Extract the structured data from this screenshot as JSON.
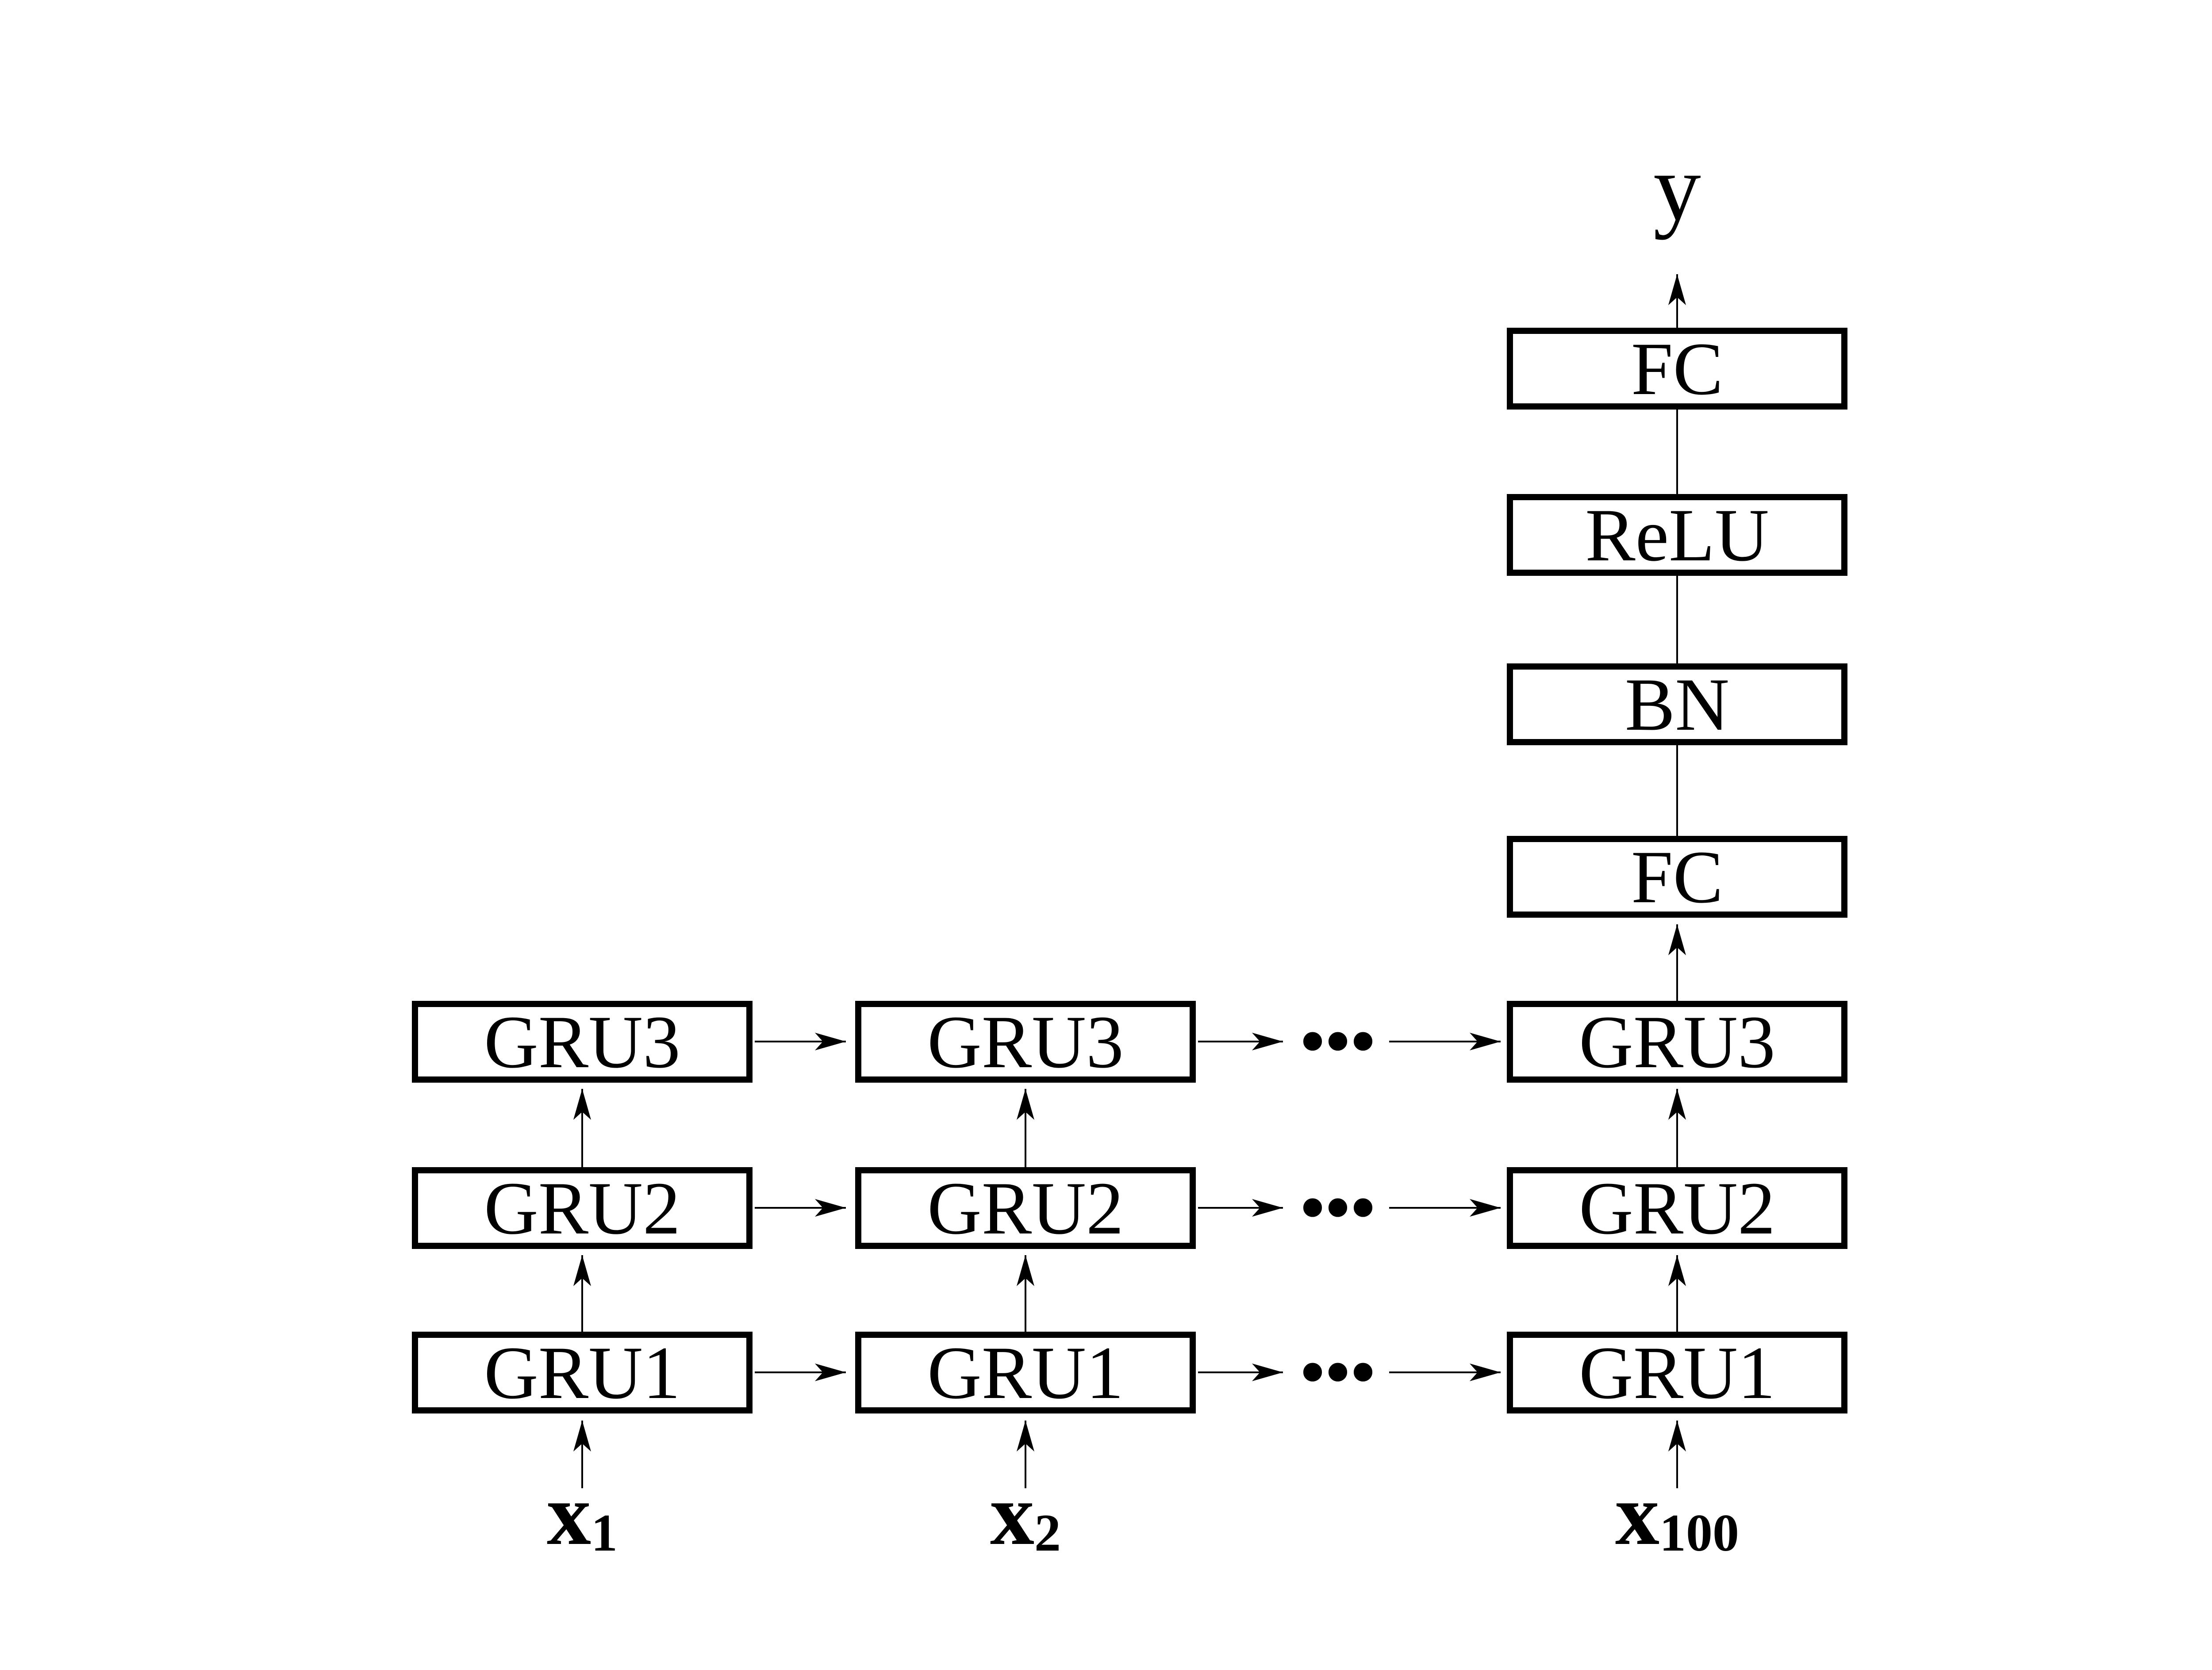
{
  "figure": {
    "colors": {
      "ink": "#000000",
      "background": "#ffffff"
    },
    "output_label": "y",
    "ellipsis": "...",
    "head_stack": {
      "labels": [
        "FC",
        "ReLU",
        "BN",
        "FC"
      ]
    },
    "timesteps": [
      {
        "input_base": "x",
        "input_sub": "1",
        "layers": [
          "GRU1",
          "GRU2",
          "GRU3"
        ]
      },
      {
        "input_base": "x",
        "input_sub": "2",
        "layers": [
          "GRU1",
          "GRU2",
          "GRU3"
        ]
      },
      {
        "input_base": "x",
        "input_sub": "100",
        "layers": [
          "GRU1",
          "GRU2",
          "GRU3"
        ]
      }
    ]
  }
}
